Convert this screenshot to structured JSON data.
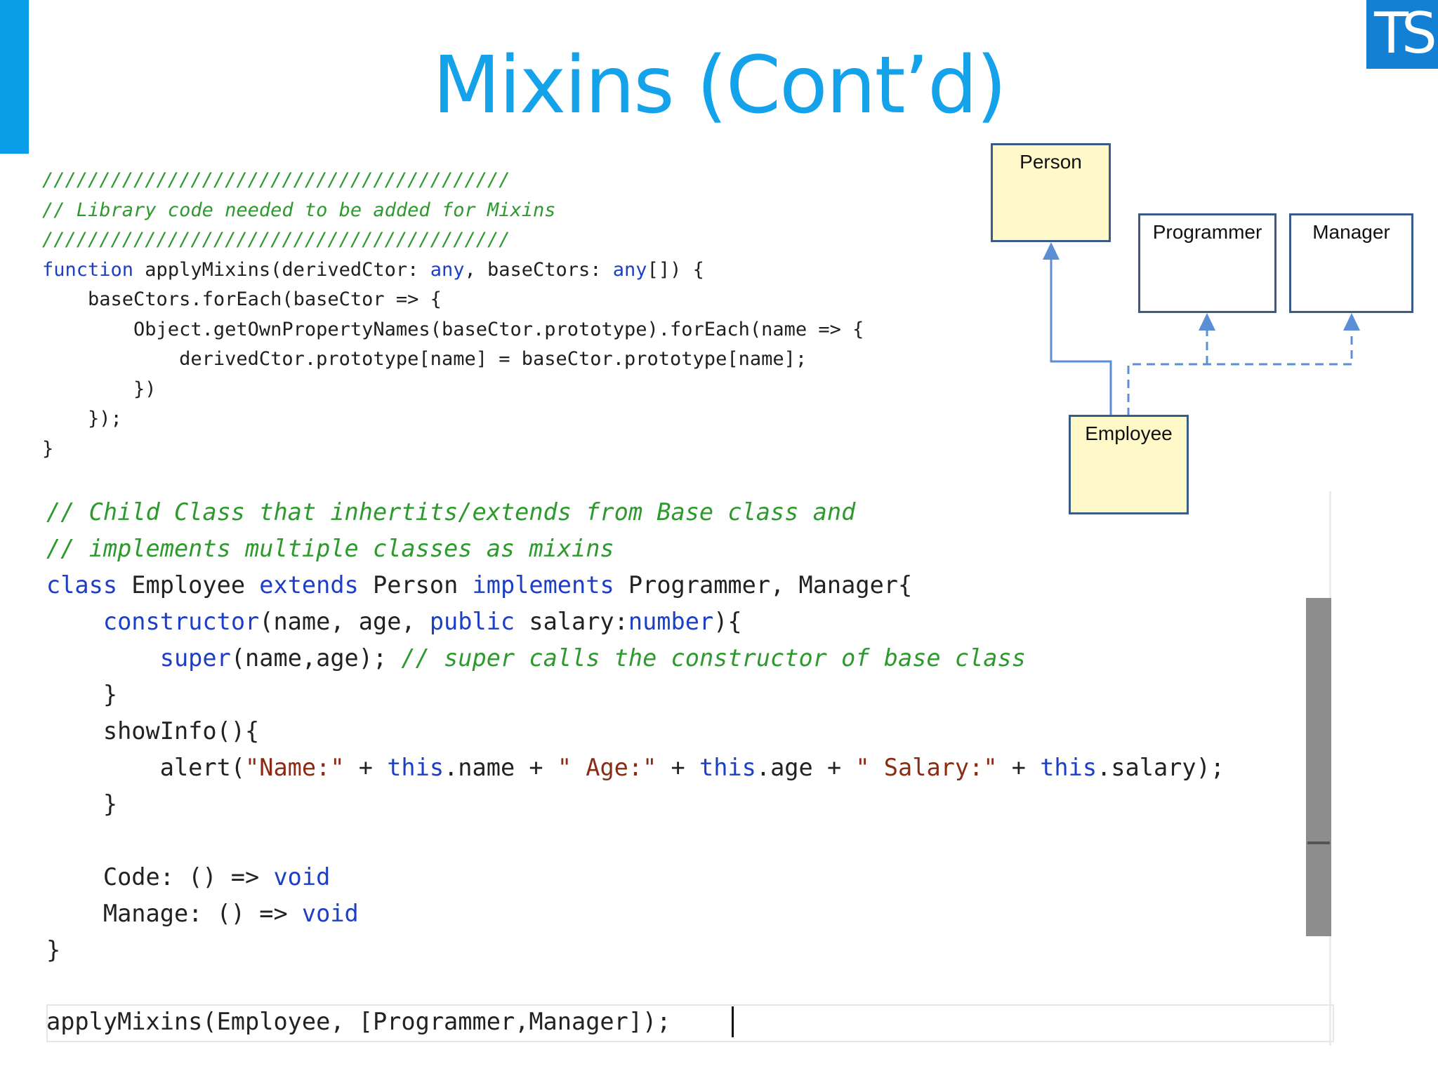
{
  "slide": {
    "title": "Mixins (Cont’d)",
    "logo_text": "TS",
    "accent_color": "#0a9ee8",
    "title_color": "#14a3ea",
    "logo_color": "#1480d4"
  },
  "library_code": {
    "comment_rule": "/////////////////////////////////////////",
    "comment_text": "// Library code needed to be added for Mixins",
    "kw_function": "function",
    "sig_name": " applyMixins(derivedCtor: ",
    "kw_any_1": "any",
    "sig_mid": ", baseCtors: ",
    "kw_any_2": "any",
    "sig_end": "[]) {",
    "line_foreach": "    baseCtors.forEach(baseCtor => {",
    "line_getprops": "        Object.getOwnPropertyNames(baseCtor.prototype).forEach(name => {",
    "line_assign": "            derivedCtor.prototype[name] = baseCtor.prototype[name];",
    "line_close_inner": "        })",
    "line_close_outer": "    });",
    "line_close_fn": "}"
  },
  "class_code": {
    "comment_1": "// Child Class that inhertits/extends from Base class and",
    "comment_2": "// implements multiple classes as mixins",
    "kw_class": "class",
    "class_name": " Employee ",
    "kw_extends": "extends",
    "base_name": " Person ",
    "kw_implements": "implements",
    "mixins": " Programmer, Manager{",
    "indent_1": "    ",
    "kw_constructor": "constructor",
    "ctor_params": "(name, age, ",
    "kw_public": "public",
    "ctor_salary": " salary:",
    "kw_number": "number",
    "ctor_end": "){",
    "indent_2": "        ",
    "kw_super": "super",
    "super_args": "(name,age); ",
    "super_comment": "// super calls the constructor of base class",
    "close_brace_1": "    }",
    "showinfo": "    showInfo(){",
    "alert_open": "        alert(",
    "str_name": "\"Name:\"",
    "op_1": " + ",
    "kw_this_1": "this",
    "prop_name": ".name + ",
    "str_age": "\" Age:\"",
    "op_2": " + ",
    "kw_this_2": "this",
    "prop_age": ".age + ",
    "str_salary": "\" Salary:\"",
    "op_3": " + ",
    "kw_this_3": "this",
    "prop_salary": ".salary",
    "alert_close": ");",
    "close_brace_2": "    }",
    "code_decl": "    Code: () => ",
    "kw_void_1": "void",
    "manage_decl": "    Manage: () => ",
    "kw_void_2": "void",
    "close_class": "}"
  },
  "call_line": "applyMixins(Employee, [Programmer,Manager]);",
  "diagram": {
    "person": "Person",
    "programmer": "Programmer",
    "manager": "Manager",
    "employee": "Employee",
    "box_border_color": "#3a5a87",
    "highlight_fill": "#fff9c9",
    "arrow_color": "#5b8ed4"
  }
}
